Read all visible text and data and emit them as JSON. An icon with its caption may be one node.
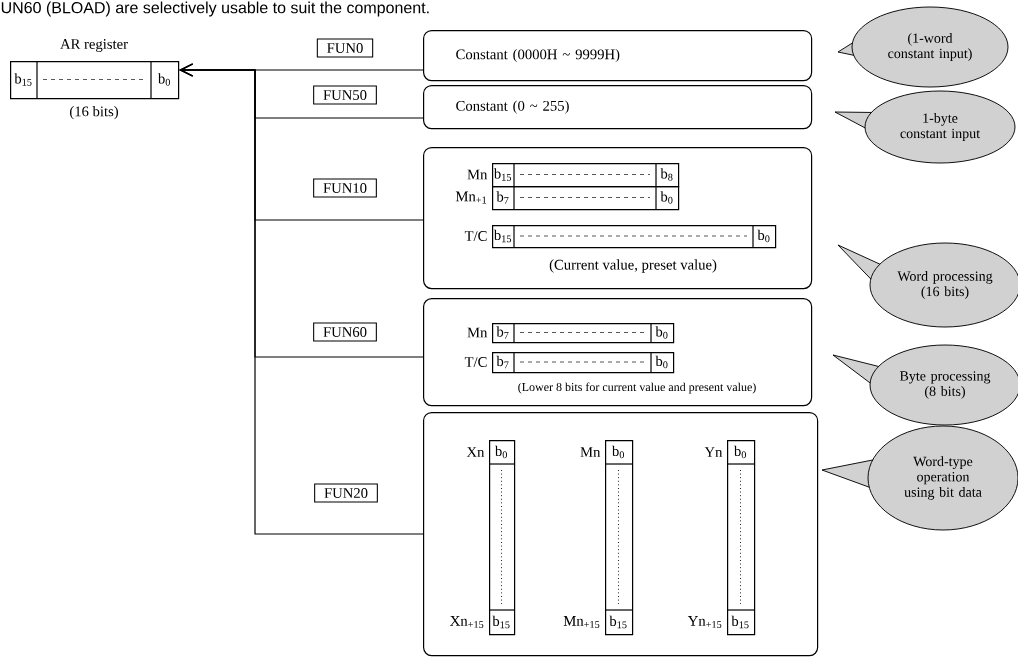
{
  "diagram": {
    "nodes": [
      {
        "text": [
          "AR register",
          "b$_{15}$",
          "b$_{0}$"
        ],
        "beside": [
          "(16 bits)"
        ]
      },
      {
        "text": [
          "Constant (0000H ~ 9999H)"
        ]
      },
      {
        "text": [
          "Constant (0 ~ 255)"
        ]
      },
      {
        "text": [
          "(Current value, preset value)"
        ]
      },
      {
        "text": [
          "b$_{15}$",
          "b$_{8}$"
        ],
        "beside": [
          "Mn"
        ],
        "in": 3
      },
      {
        "text": [
          "b$_{7}$",
          "b$_{0}$"
        ],
        "beside": [
          "Mn$_{+1}$"
        ],
        "in": 3
      },
      {
        "text": [
          "b$_{15}$",
          "b$_{0}$"
        ],
        "beside": [
          "T/C"
        ],
        "in": 3
      },
      {
        "text": [
          "(Lower 8 bits for current value and present value)"
        ]
      },
      {
        "text": [
          "b$_{7}$",
          "b$_{0}$"
        ],
        "beside": [
          "Mn"
        ],
        "in": 7
      },
      {
        "text": [
          "b$_{7}$",
          "b$_{0}$"
        ],
        "beside": [
          "T/C"
        ],
        "in": 7
      },
      {
        "text": [],
        "shape": "box"
      },
      {
        "text": [
          "b$_{0}$",
          "b$_{15}$"
        ],
        "beside": [
          "Xn",
          "Xn$_{+15}$"
        ],
        "in": 10
      },
      {
        "text": [
          "b$_{0}$",
          "b$_{15}$"
        ],
        "beside": [
          "Mn",
          "Mn$_{+15}$"
        ],
        "in": 10
      },
      {
        "text": [
          "b$_{0}$",
          "b$_{15}$"
        ],
        "beside": [
          "Yn",
          "Yn$_{+15}$"
        ],
        "in": 10
      },
      {
        "text": [
          "(1-word constant input)"
        ]
      },
      {
        "text": [
          "1-byte constant input"
        ]
      },
      {
        "text": [
          "Word processing (16 bits)"
        ]
      },
      {
        "text": [
          "Byte processing (8 bits)"
        ]
      },
      {
        "text": [
          "Word-type operation using bit data"
        ]
      }
    ],
    "edges": [
      {
        "from": 1,
        "to": 0,
        "arrow": "to",
        "label": "FUN0"
      },
      {
        "from": 2,
        "to": 0,
        "arrow": "to",
        "label": "FUN50"
      },
      {
        "from": 3,
        "to": 0,
        "arrow": "to",
        "label": "FUN10"
      },
      {
        "from": 7,
        "to": 0,
        "arrow": "to",
        "label": "FUN60"
      },
      {
        "from": 10,
        "to": 0,
        "arrow": "to",
        "label": "FUN20"
      }
    ],
    "labels": [
      "UN60 (BLOAD) are selectively usable to suit the component."
    ]
  }
}
